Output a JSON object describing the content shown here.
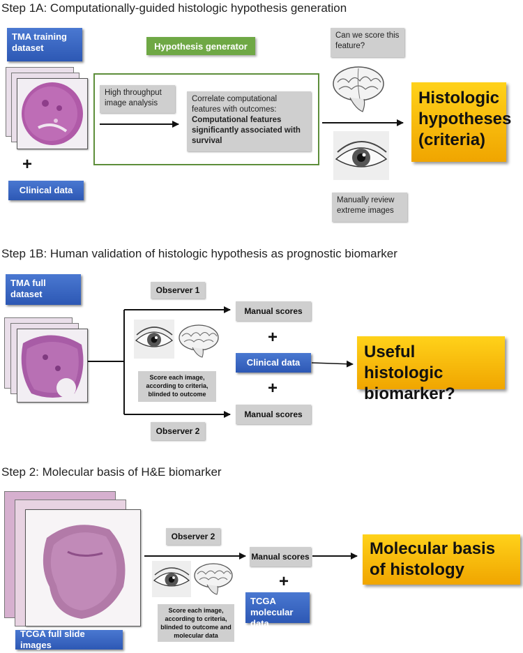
{
  "step1a": {
    "heading": "Step 1A: Computationally-guided histologic hypothesis generation",
    "tma_training": "TMA training dataset",
    "clinical_data": "Clinical data",
    "plus": "+",
    "hypothesis_generator": "Hypothesis generator",
    "high_throughput": "High throughput image analysis",
    "correlate": "Correlate computational features with outcomes:",
    "correlate_bold": "Computational features significantly associated with survival",
    "can_we_score": "Can we score this feature?",
    "manually_review": "Manually review extreme images",
    "result": "Histologic hypotheses (criteria)"
  },
  "step1b": {
    "heading": "Step 1B: Human validation of histologic hypothesis as prognostic biomarker",
    "tma_full": "TMA full dataset",
    "observer1": "Observer 1",
    "observer2": "Observer 2",
    "manual_scores_1": "Manual scores",
    "manual_scores_2": "Manual scores",
    "clinical_data": "Clinical data",
    "plus": "+",
    "score_caption": "Score each image, according to criteria, blinded to outcome",
    "result": "Useful histologic biomarker?"
  },
  "step2": {
    "heading": "Step 2: Molecular basis of H&E biomarker",
    "tcga_images": "TCGA full slide images",
    "observer2": "Observer 2",
    "manual_scores": "Manual scores",
    "plus": "+",
    "tcga_molecular": "TCGA molecular data",
    "score_caption": "Score each image, according to criteria, blinded to outcome and molecular data",
    "result": "Molecular basis of histology"
  },
  "icons": {
    "brain": "brain-icon",
    "eye": "eye-icon",
    "tissue": "tissue-core-image"
  }
}
